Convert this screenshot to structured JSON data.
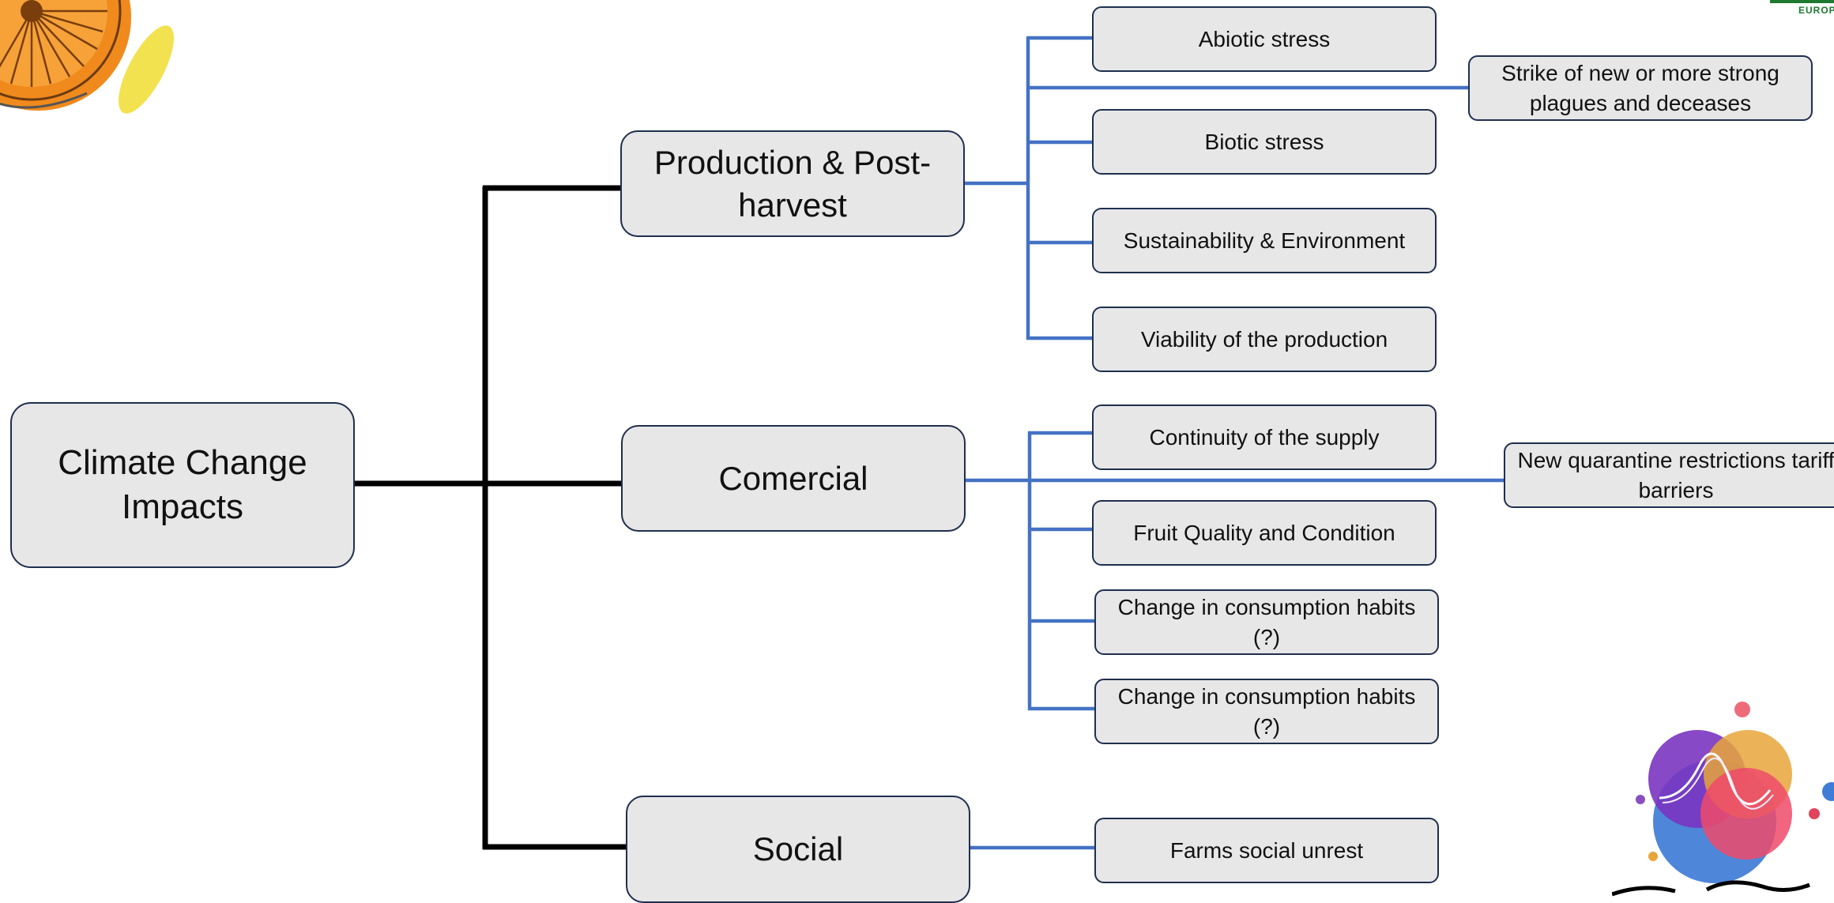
{
  "root": {
    "label": "Climate Change Impacts"
  },
  "categories": [
    {
      "label": "Production & Post-harvest"
    },
    {
      "label": "Comercial"
    },
    {
      "label": "Social"
    }
  ],
  "leaves": {
    "production": [
      "Abiotic stress",
      "Biotic stress",
      "Sustainability & Environment",
      "Viability of the production"
    ],
    "production_side": "Strike of new or more strong plagues and deceases",
    "commercial": [
      "Continuity of the supply",
      "Fruit Quality and Condition",
      "Change in consumption habits (?)",
      "Change in consumption habits (?)"
    ],
    "commercial_side": "New quarantine restrictions tariff barriers",
    "social": [
      "Farms social unrest"
    ]
  },
  "corner_logo_text": "EUROPA",
  "colors": {
    "node_fill": "#e7e7e8",
    "node_border": "#1f2f4d",
    "trunk_line": "#000000",
    "branch_line": "#4472c4"
  }
}
